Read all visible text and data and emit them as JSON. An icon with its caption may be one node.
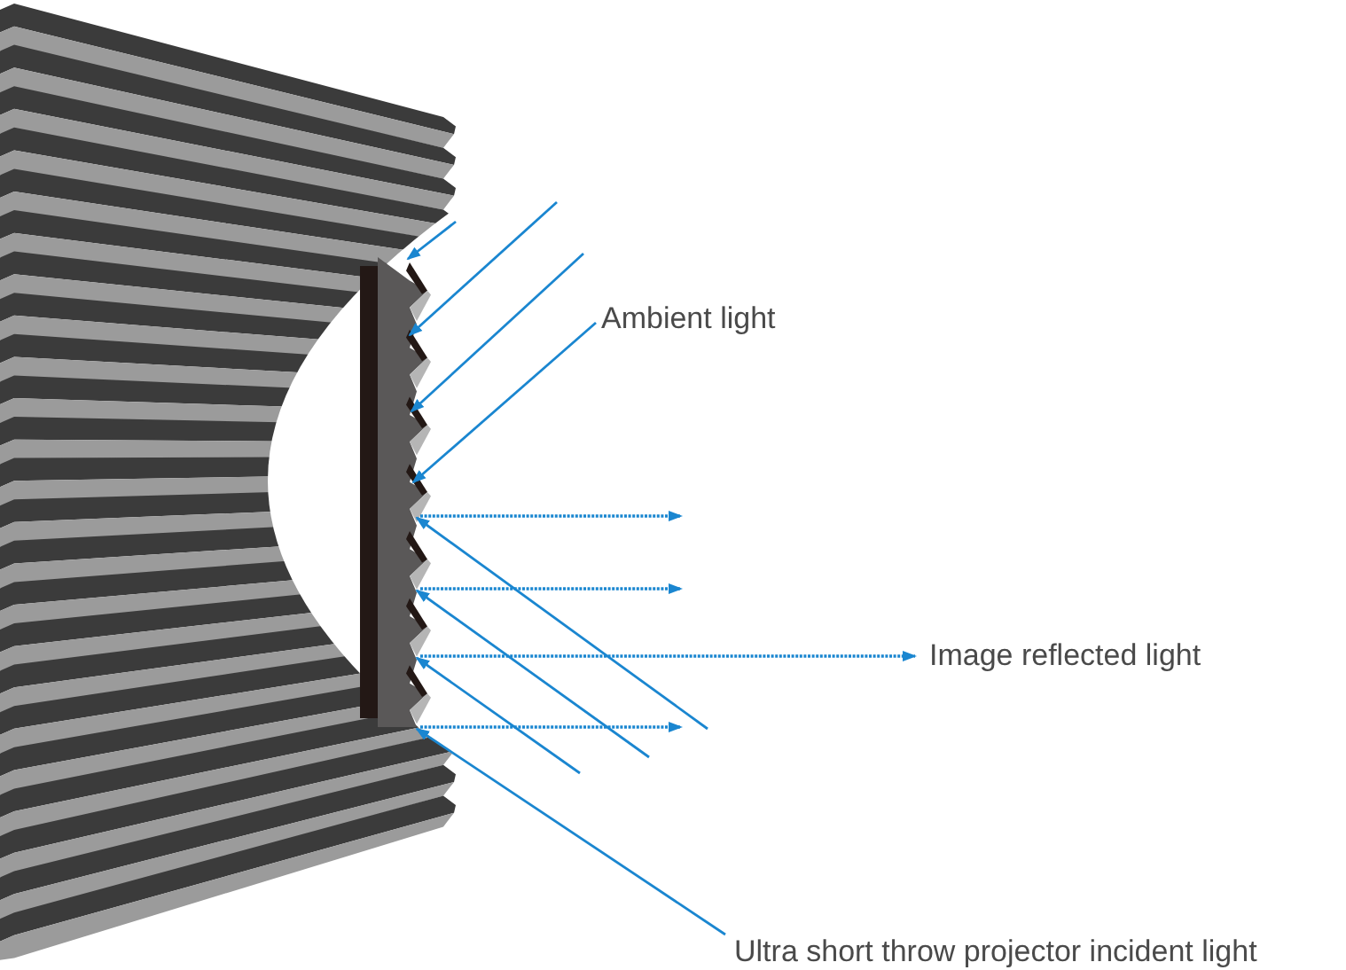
{
  "diagram": {
    "nodes": [
      {
        "text": [],
        "shape": "picture"
      },
      {
        "text": [
          "Ambient light"
        ]
      },
      {
        "text": [
          "Image reflected light"
        ]
      },
      {
        "text": [
          "Ultra short throw projector incident light"
        ]
      }
    ],
    "edges": [
      {
        "from": null,
        "to": 0,
        "arrow": "to"
      },
      {
        "from": null,
        "to": 0,
        "arrow": "to"
      },
      {
        "from": null,
        "to": 0,
        "arrow": "to"
      },
      {
        "from": 1,
        "to": 0,
        "arrow": "to"
      },
      {
        "from": 0,
        "to": null,
        "arrow": "to",
        "style": "dashed"
      },
      {
        "from": 0,
        "to": null,
        "arrow": "to",
        "style": "dashed"
      },
      {
        "from": 0,
        "to": 2,
        "arrow": "to",
        "style": "dashed"
      },
      {
        "from": 0,
        "to": null,
        "arrow": "to",
        "style": "dashed"
      },
      {
        "from": null,
        "to": 0,
        "arrow": "to"
      },
      {
        "from": null,
        "to": 0,
        "arrow": "to"
      },
      {
        "from": null,
        "to": 0,
        "arrow": "to"
      },
      {
        "from": 3,
        "to": 0,
        "arrow": "to"
      }
    ]
  }
}
